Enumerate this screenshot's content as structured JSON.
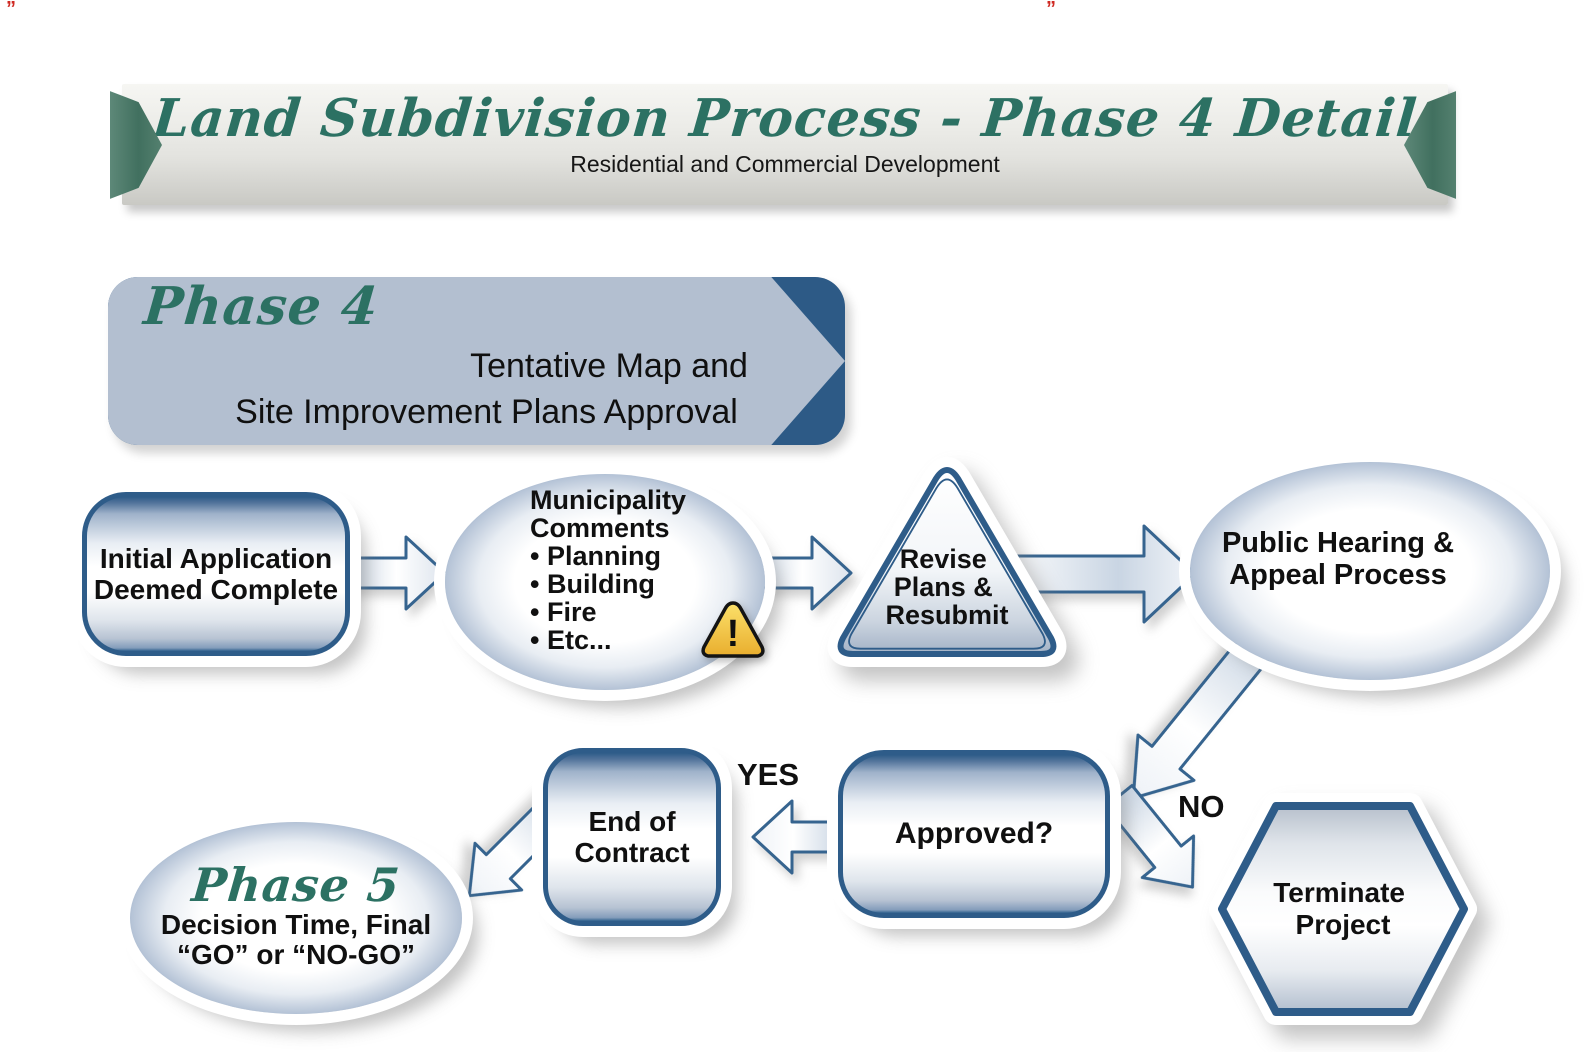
{
  "banner": {
    "title": "Land Subdivision Process - Phase 4 Detail",
    "subtitle": "Residential and Commercial Development"
  },
  "phase4": {
    "label": "Phase 4",
    "line1": "Tentative Map and",
    "line2": "Site Improvement Plans Approval"
  },
  "nodes": {
    "initial": {
      "line1": "Initial Application",
      "line2": "Deemed Complete"
    },
    "municipality": {
      "lines": [
        "Municipality",
        "Comments",
        "• Planning",
        "• Building",
        "• Fire",
        "• Etc..."
      ]
    },
    "revise": {
      "lines": [
        "Revise",
        "Plans &",
        "Resubmit"
      ]
    },
    "hearing": {
      "line1": "Public Hearing &",
      "line2": "Appeal Process"
    },
    "approved": {
      "label": "Approved?"
    },
    "end_contract": {
      "line1": "End of",
      "line2": "Contract"
    },
    "terminate": {
      "line1": "Terminate",
      "line2": "Project"
    },
    "phase5": {
      "label": "Phase 5",
      "line1": "Decision Time, Final",
      "line2": "“GO” or “NO-GO”"
    }
  },
  "labels": {
    "yes": "YES",
    "no": "NO"
  },
  "icons": {
    "warning_icon": "exclamation-triangle",
    "warning_char": "!"
  },
  "artifacts": {
    "mark1": "”",
    "mark2": "”"
  },
  "colors": {
    "node_border_blue": "#2e5c89",
    "phase_band_blue_gray": "#b3bfd0",
    "phase_chevron_blue": "#2d5a86",
    "script_green": "#2c7163",
    "banner_cap_green": "#4e7a6c",
    "warning_yellow": "#f0c63e",
    "banner_gray": "#e3e3df"
  }
}
